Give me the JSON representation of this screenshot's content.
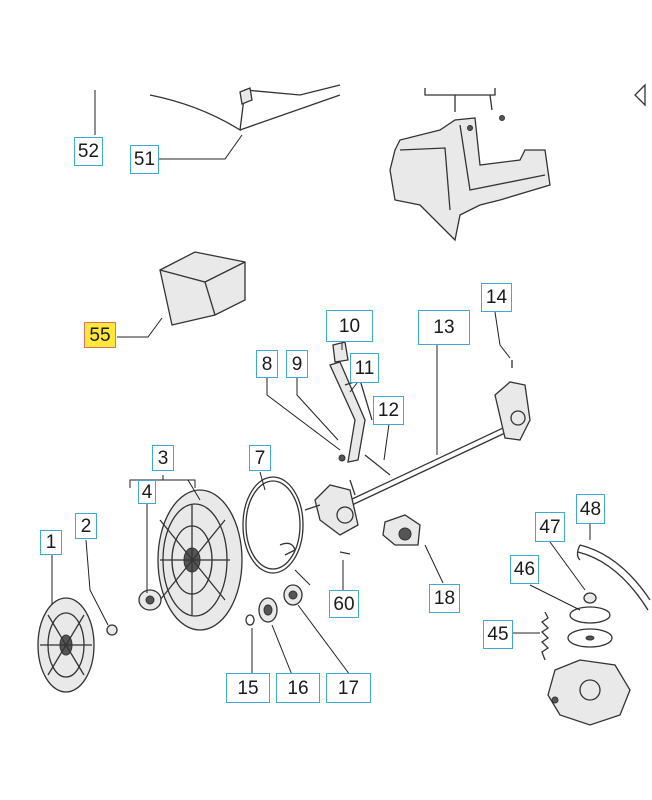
{
  "diagram": {
    "highlight_color": "#ffe83a",
    "box_color": "#3fa9d6",
    "labels": [
      {
        "id": "l1",
        "text": "1"
      },
      {
        "id": "l2",
        "text": "2"
      },
      {
        "id": "l3",
        "text": "3"
      },
      {
        "id": "l4",
        "text": "4"
      },
      {
        "id": "l7",
        "text": "7"
      },
      {
        "id": "l8",
        "text": "8"
      },
      {
        "id": "l9",
        "text": "9"
      },
      {
        "id": "l10",
        "text": "10"
      },
      {
        "id": "l11",
        "text": "11"
      },
      {
        "id": "l12",
        "text": "12"
      },
      {
        "id": "l13",
        "text": "13"
      },
      {
        "id": "l14",
        "text": "14"
      },
      {
        "id": "l15",
        "text": "15"
      },
      {
        "id": "l16",
        "text": "16"
      },
      {
        "id": "l17",
        "text": "17"
      },
      {
        "id": "l18",
        "text": "18"
      },
      {
        "id": "l45",
        "text": "45"
      },
      {
        "id": "l46",
        "text": "46"
      },
      {
        "id": "l47",
        "text": "47"
      },
      {
        "id": "l48",
        "text": "48"
      },
      {
        "id": "l51",
        "text": "51"
      },
      {
        "id": "l52",
        "text": "52"
      },
      {
        "id": "l55",
        "text": "55",
        "highlighted": true
      },
      {
        "id": "l60",
        "text": "60"
      }
    ]
  }
}
